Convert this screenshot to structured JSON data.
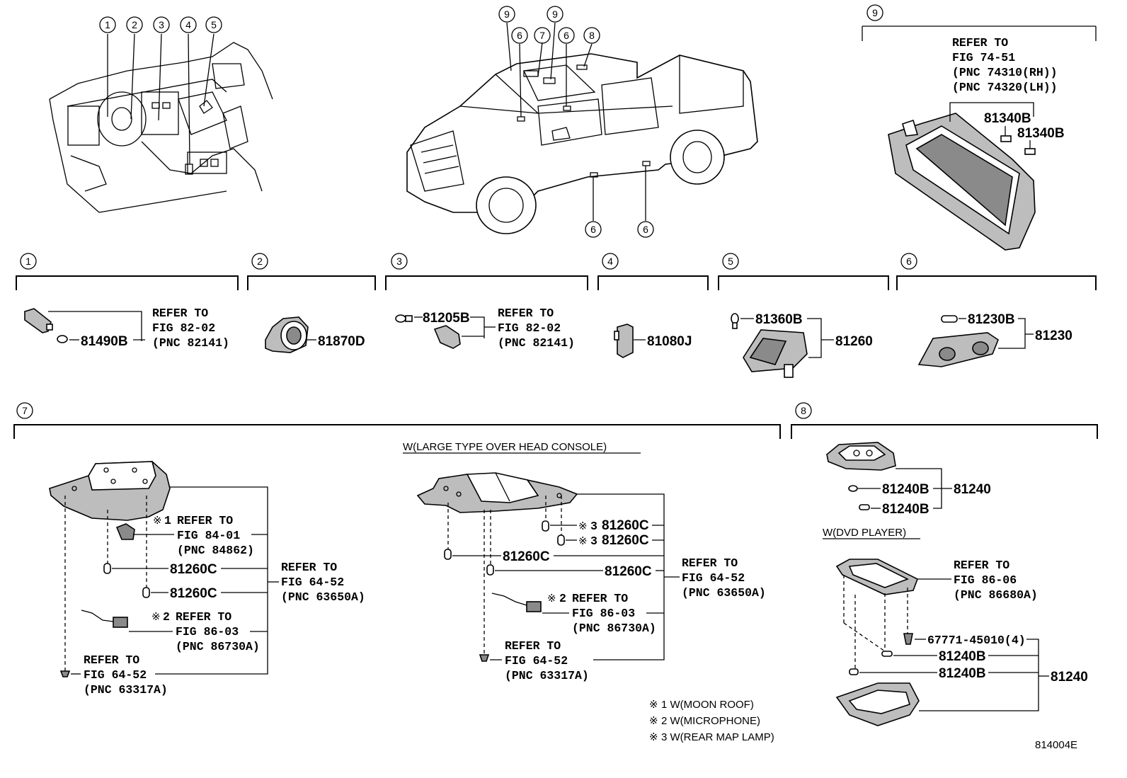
{
  "callouts": {
    "c1": "1",
    "c2": "2",
    "c3": "3",
    "c4": "4",
    "c5": "5",
    "c6": "6",
    "c7": "7",
    "c8": "8",
    "c9": "9"
  },
  "symbols": {
    "note_mark": "※"
  },
  "refer_to": "REFER TO",
  "section9": {
    "ref_fig": "FIG 74-51",
    "ref_pnc_rh": "(PNC 74310(RH))",
    "ref_pnc_lh": "(PNC 74320(LH))",
    "part_a": "81340B",
    "part_b": "81340B"
  },
  "section1": {
    "part": "81490B",
    "ref_fig": "FIG 82-02",
    "ref_pnc": "(PNC 82141)"
  },
  "section2": {
    "part": "81870D"
  },
  "section3": {
    "part": "81205B",
    "ref_fig": "FIG 82-02",
    "ref_pnc": "(PNC 82141)"
  },
  "section4": {
    "part": "81080J"
  },
  "section5": {
    "part_bulb": "81360B",
    "part_assy": "81260"
  },
  "section6": {
    "part_bulb": "81230B",
    "part_assy": "81230"
  },
  "section7": {
    "left": {
      "note1_ref_fig": "FIG 84-01",
      "note1_ref_pnc": "(PNC 84862)",
      "bulb_1": "81260C",
      "bulb_2": "81260C",
      "note2_ref_fig": "FIG 86-03",
      "note2_ref_pnc": "(PNC 86730A)",
      "screw_ref_fig": "FIG 64-52",
      "screw_ref_pnc": "(PNC 63317A)",
      "assy_ref_fig": "FIG 64-52",
      "assy_ref_pnc": "(PNC 63650A)"
    },
    "right": {
      "heading": "W(LARGE TYPE OVER HEAD CONSOLE)",
      "bulb_a": "81260C",
      "bulb_b": "81260C",
      "bulb_c": "81260C",
      "bulb_d": "81260C",
      "note2_ref_fig": "FIG 86-03",
      "note2_ref_pnc": "(PNC 86730A)",
      "screw_ref_fig": "FIG 64-52",
      "screw_ref_pnc": "(PNC 63317A)",
      "assy_ref_fig": "FIG 64-52",
      "assy_ref_pnc": "(PNC 63650A)"
    }
  },
  "section8": {
    "upper_bulb_1": "81240B",
    "upper_bulb_2": "81240B",
    "upper_assy": "81240",
    "dvd_heading": "W(DVD PLAYER)",
    "dvd_ref_fig": "FIG 86-06",
    "dvd_ref_pnc": "(PNC 86680A)",
    "screw": "67771-45010(4)",
    "lower_bulb_1": "81240B",
    "lower_bulb_2": "81240B",
    "lower_assy": "81240"
  },
  "notes": {
    "n1": "1 W(MOON ROOF)",
    "n2": "2 W(MICROPHONE)",
    "n3": "3 W(REAR MAP LAMP)"
  },
  "figure_id": "814004E"
}
